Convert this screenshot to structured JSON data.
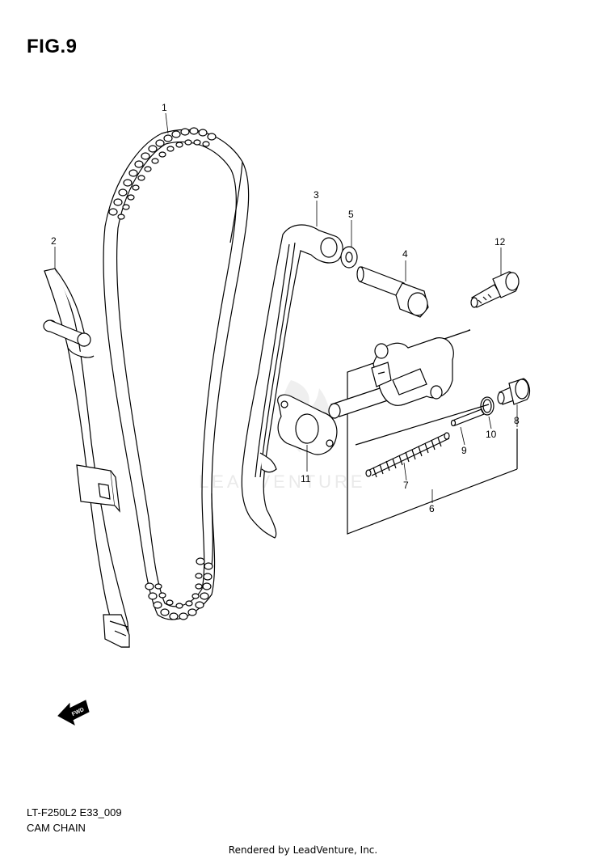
{
  "figure": {
    "title": "FIG.9",
    "code": "LT-F250L2 E33_009",
    "name": "CAM CHAIN"
  },
  "credit": "Rendered by LeadVenture, Inc.",
  "watermark": "LEADVENTURE",
  "arrow": {
    "label": "FWD"
  },
  "callouts": [
    "1",
    "2",
    "3",
    "5",
    "4",
    "12",
    "11",
    "8",
    "10",
    "9",
    "7",
    "6"
  ]
}
